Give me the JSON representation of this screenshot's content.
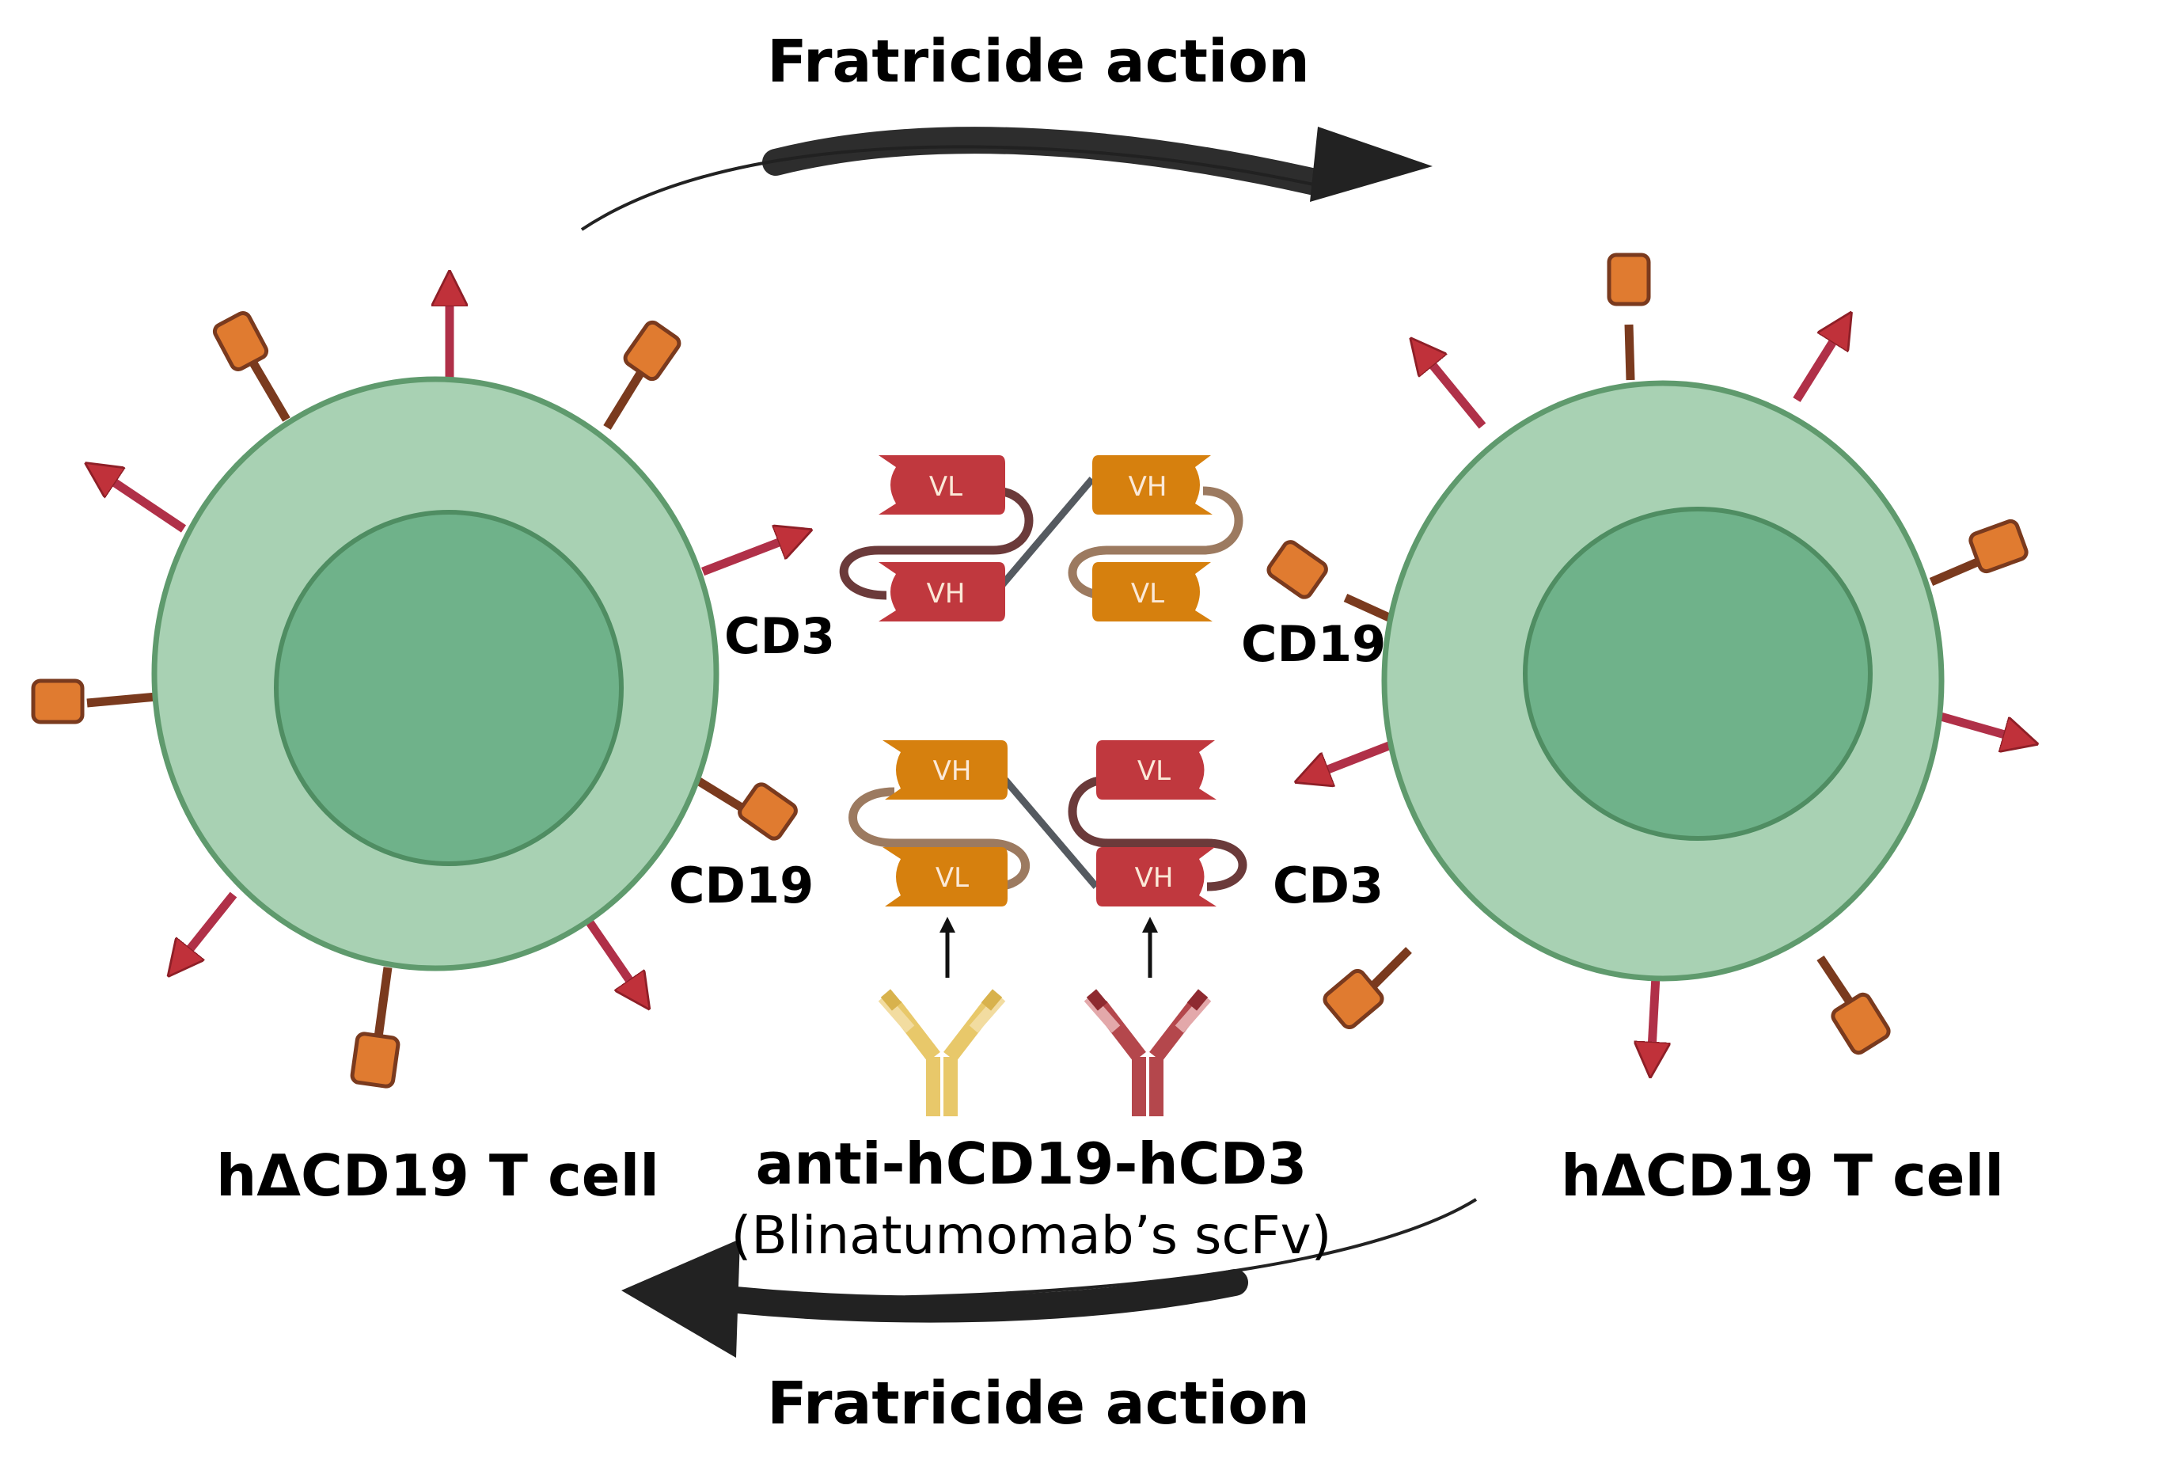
{
  "title_top": "Fratricide action",
  "title_bottom": "Fratricide action",
  "cells": {
    "left": {
      "label": "hΔCD19 T  cell",
      "marker_upper": "CD3",
      "marker_lower": "CD19"
    },
    "right": {
      "label": "hΔCD19 T  cell",
      "marker_upper": "CD19",
      "marker_lower": "CD3"
    }
  },
  "scfv": {
    "top": {
      "left_domains": [
        "VL",
        "VH"
      ],
      "right_domains": [
        "VH",
        "VL"
      ]
    },
    "bottom": {
      "left_domains": [
        "VH",
        "VL"
      ],
      "right_domains": [
        "VL",
        "VH"
      ]
    }
  },
  "antibody": {
    "name": "anti-hCD19-hCD3",
    "subtitle": "(Blinatumomab’s scFv)"
  },
  "colors": {
    "cell_outer": "#a8d1b3",
    "cell_nucleus": "#6fb28a",
    "cell_border": "#5f9a6d",
    "cd3_red": "#c0313a",
    "cd3_stalk": "#b03048",
    "cd19_orange": "#e07b30",
    "cd19_stalk": "#7a3a1e",
    "domain_red": "#c0383e",
    "domain_orange": "#d6800e",
    "linker_dark": "#6b3a3a",
    "linker_tan": "#9c7a60",
    "linker_grey": "#555a60",
    "arrow_black": "#222222",
    "ab_yellow": "#e8c86a",
    "ab_red": "#b4474c"
  }
}
